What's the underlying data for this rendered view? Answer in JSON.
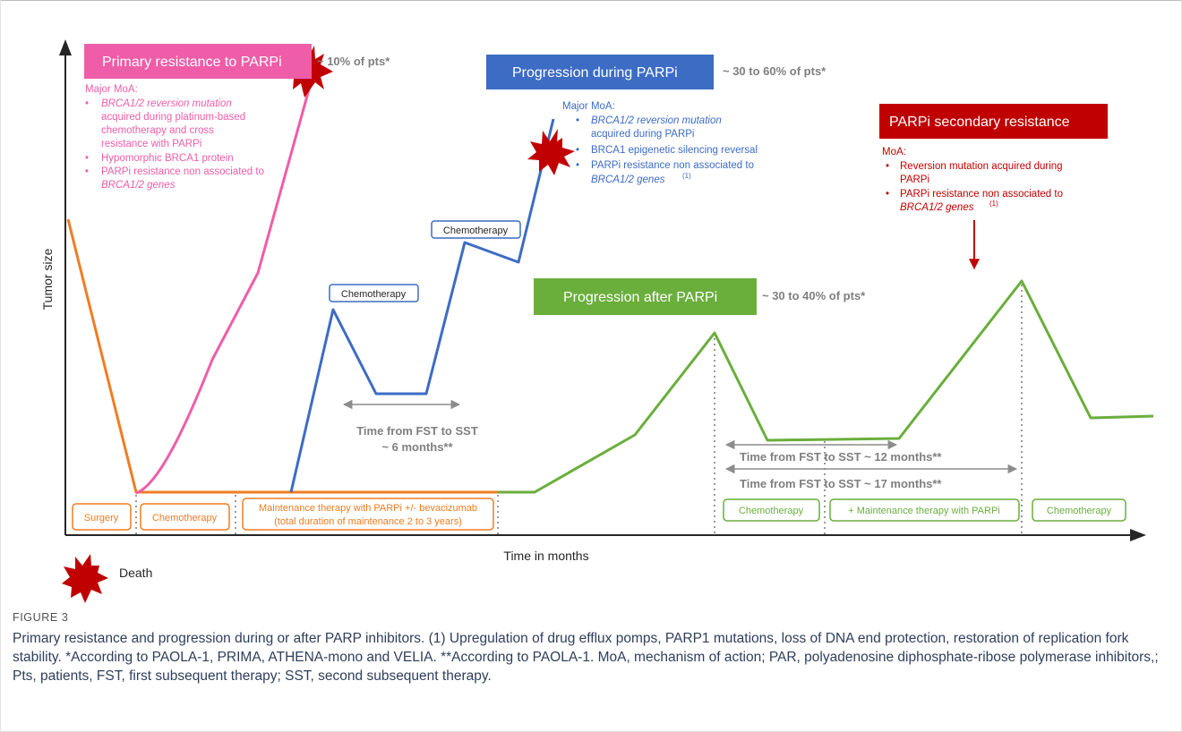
{
  "axes": {
    "y_label": "Tumor size",
    "x_label": "Time in months"
  },
  "primary": {
    "title": "Primary resistance to PARPi",
    "pct": "~ 10% of pts*",
    "moa_title": "Major MoA:",
    "moa_lines": [
      "BRCA1/2 reversion mutation",
      "acquired during platinum-based",
      "chemotherapy and cross",
      "resistance with PARPi",
      "Hypomorphic BRCA1 protein",
      "PARPi resistance non associated to",
      "BRCA1/2 genes"
    ],
    "color": "#ef5da8"
  },
  "during": {
    "title": "Progression during PARPi",
    "pct": "~ 30 to 60% of pts*",
    "moa_title": "Major MoA:",
    "moa_lines": [
      "BRCA1/2 reversion mutation",
      "acquired during PARPi",
      "BRCA1 epigenetic silencing reversal",
      "PARPi resistance non associated to",
      "BRCA1/2 genes",
      "(1)"
    ],
    "chemo_label_1": "Chemotherapy",
    "chemo_label_2": "Chemotherapy",
    "fst_line1": "Time from FST to SST",
    "fst_line2": "~ 6 months**",
    "color": "#3d6cc4"
  },
  "secondary": {
    "title": "PARPi secondary resistance",
    "moa_title": "MoA:",
    "moa_lines": [
      "Reversion mutation acquired during",
      "PARPi",
      "PARPi resistance non associated to",
      "BRCA1/2 genes",
      "(1)"
    ],
    "color": "#c00000"
  },
  "after": {
    "title": "Progression after PARPi",
    "pct": "~ 30 to 40% of pts*",
    "fst_12": "Time from FST to SST ~ 12 months**",
    "fst_17": "Time from FST to SST ~ 17 months**",
    "box_chemo": "Chemotherapy",
    "box_maint": "+ Maintenance therapy with PARPi",
    "box_chemo_2": "Chemotherapy",
    "color": "#6aae3c"
  },
  "baseline": {
    "surgery": "Surgery",
    "chemo": "Chemotherapy",
    "maint_line1": "Maintenance therapy with PARPi +/- bevacizumab",
    "maint_line2": "(total duration of maintenance 2 to 3 years)",
    "color": "#ef7d22"
  },
  "legend": {
    "death": "Death"
  },
  "caption": {
    "label": "FIGURE 3",
    "text": "Primary resistance and progression during or after PARP inhibitors. (1) Upregulation of drug efflux pomps, PARP1 mutations, loss of DNA end protection, restoration of replication fork stability. *According to PAOLA-1, PRIMA, ATHENA-mono and VELIA. **According to PAOLA-1. MoA, mechanism of action; PAR, polyadenosine diphosphate-ribose polymerase inhibitors,; Pts, patients, FST, first subsequent therapy; SST, second subsequent therapy."
  },
  "colors": {
    "gray_text": "#7f7f7f",
    "axis": "#262626",
    "burst": "#c00000"
  }
}
